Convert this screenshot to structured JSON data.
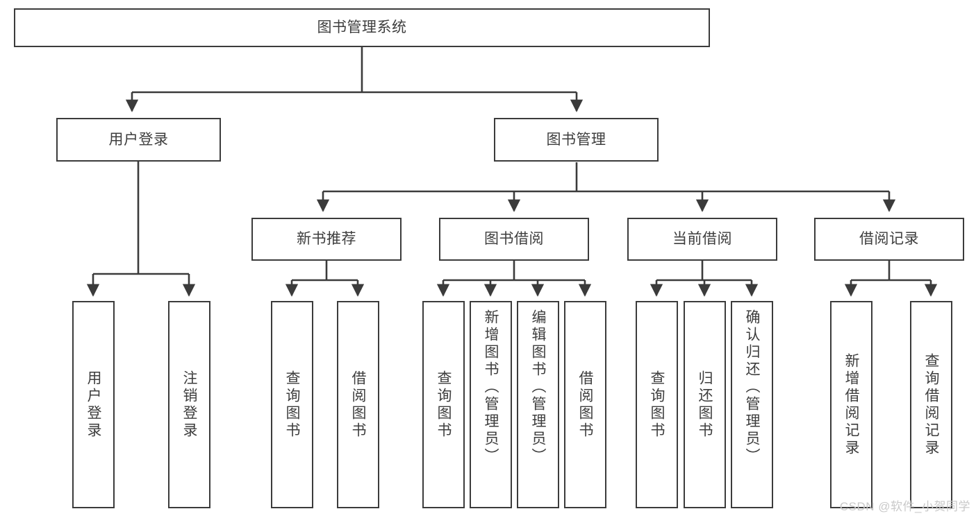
{
  "diagram": {
    "type": "tree",
    "title": "图书管理系统",
    "watermark": "CSDN @软件_小贺同学",
    "line_color": "#3b3b3b",
    "box_fill": "#ffffff",
    "text_color": "#3d3d3d",
    "root": {
      "id": "root",
      "label": "图书管理系统"
    },
    "level2": [
      {
        "id": "user-login",
        "label": "用户登录"
      },
      {
        "id": "book-management",
        "label": "图书管理"
      }
    ],
    "level3": [
      {
        "id": "new-book-recommend",
        "label": "新书推荐",
        "parent": "book-management"
      },
      {
        "id": "book-borrow",
        "label": "图书借阅",
        "parent": "book-management"
      },
      {
        "id": "current-borrow",
        "label": "当前借阅",
        "parent": "book-management"
      },
      {
        "id": "borrow-record",
        "label": "借阅记录",
        "parent": "book-management"
      }
    ],
    "leaves": [
      {
        "id": "leaf-user-login",
        "label": "用户登录",
        "parent": "user-login"
      },
      {
        "id": "leaf-user-logout",
        "label": "注销登录",
        "parent": "user-login"
      },
      {
        "id": "leaf-query-book-1",
        "label": "查询图书",
        "parent": "new-book-recommend"
      },
      {
        "id": "leaf-borrow-book-1",
        "label": "借阅图书",
        "parent": "new-book-recommend"
      },
      {
        "id": "leaf-query-book-2",
        "label": "查询图书",
        "parent": "book-borrow"
      },
      {
        "id": "leaf-add-book",
        "label": "新增图书（管理员）",
        "parent": "book-borrow"
      },
      {
        "id": "leaf-edit-book",
        "label": "编辑图书（管理员）",
        "parent": "book-borrow"
      },
      {
        "id": "leaf-borrow-book-2",
        "label": "借阅图书",
        "parent": "book-borrow"
      },
      {
        "id": "leaf-query-book-3",
        "label": "查询图书",
        "parent": "current-borrow"
      },
      {
        "id": "leaf-return-book",
        "label": "归还图书",
        "parent": "current-borrow"
      },
      {
        "id": "leaf-confirm-return",
        "label": "确认归还（管理员）",
        "parent": "current-borrow"
      },
      {
        "id": "leaf-add-record",
        "label": "新增借阅记录",
        "parent": "borrow-record"
      },
      {
        "id": "leaf-query-record",
        "label": "查询借阅记录",
        "parent": "borrow-record"
      }
    ]
  }
}
